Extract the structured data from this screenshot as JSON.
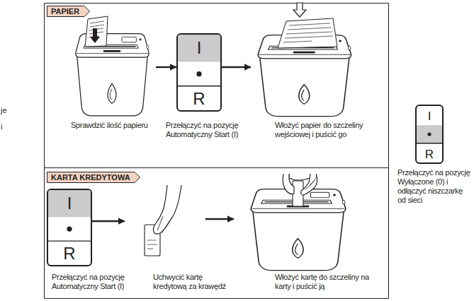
{
  "diagram": {
    "nodes": [
      {
        "text": [
          "PAPIER"
        ]
      },
      {
        "text": [
          "Sprawdzić ilość papieru"
        ]
      },
      {
        "text": [
          "I",
          "R",
          "Przełączyć na pozycję Automatyczny Start (I)"
        ]
      },
      {
        "text": [
          "Włożyć papier do szczeliny wejściowej i puścić go"
        ]
      },
      {
        "text": [
          "KARTA KREDYTOWA"
        ]
      },
      {
        "text": [
          "I",
          "R",
          "Przełączyć na pozycję Automatyczny Start (I)"
        ]
      },
      {
        "text": [
          "Uchwycić kartę kredytową za krawędź"
        ]
      },
      {
        "text": [
          "Włożyć kartę do szczeliny na karty i puścić ją"
        ]
      },
      {
        "text": [
          "I",
          "R",
          "Przełączyć na pozycję Wyłączone (0) i odłączyć niszczarkę od sieci"
        ]
      }
    ],
    "edges": [
      {
        "from": 1,
        "to": 2,
        "arrow": "to"
      },
      {
        "from": 2,
        "to": 3,
        "arrow": "to"
      },
      {
        "from": 5,
        "to": 6,
        "arrow": "to"
      },
      {
        "from": 6,
        "to": 7,
        "arrow": "to"
      }
    ],
    "labels": [
      "je",
      "i"
    ]
  }
}
